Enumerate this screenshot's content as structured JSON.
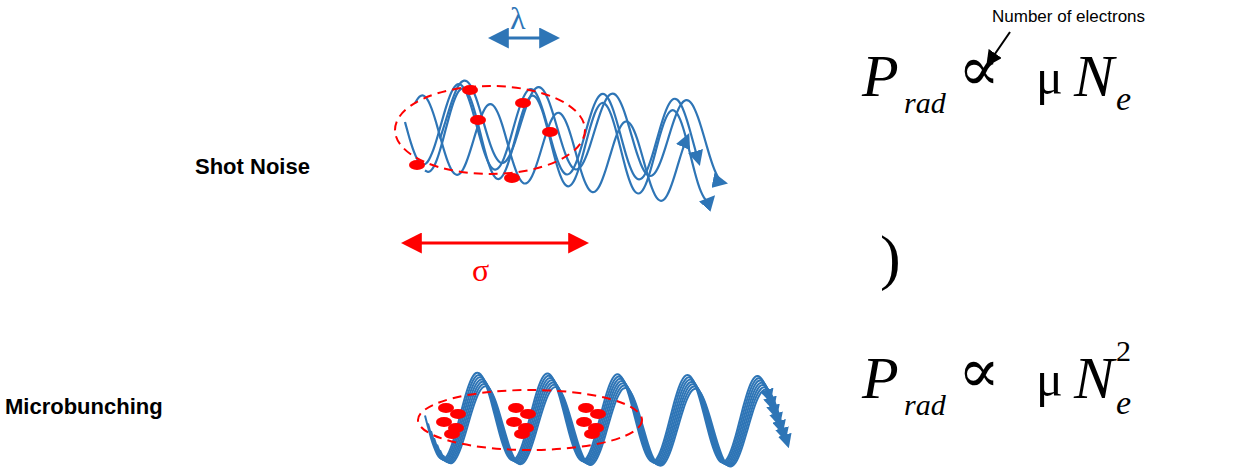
{
  "diagram": {
    "labels": [
      "λ",
      "Number of electrons",
      "Shot Noise",
      "P",
      "rad",
      "∝",
      "μ",
      "N",
      "e",
      "σ",
      ")",
      "Microbunching",
      "P",
      "rad",
      "∝",
      "μ",
      "N",
      "2",
      "e"
    ]
  }
}
